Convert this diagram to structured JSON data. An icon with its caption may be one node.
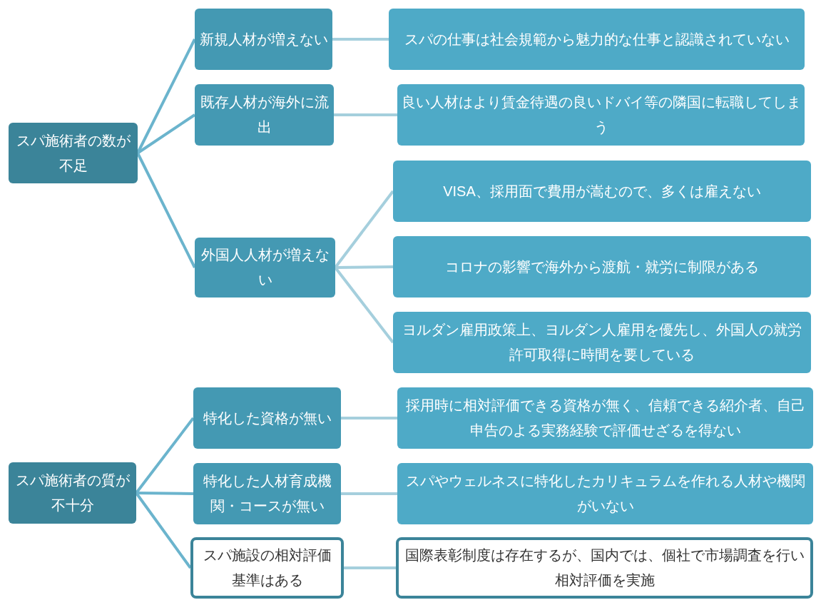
{
  "diagram": {
    "nodes": [
      {
        "text": [
          "スパ施術者の数が不足"
        ]
      },
      {
        "text": [
          "新規人材が増えない"
        ]
      },
      {
        "text": [
          "スパの仕事は社会規範から魅力的な仕事と認識されていない"
        ]
      },
      {
        "text": [
          "既存人材が海外に流出"
        ]
      },
      {
        "text": [
          "良い人材はより賃金待遇の良いドバイ等の隣国に転職してしまう"
        ]
      },
      {
        "text": [
          "外国人人材が増えない"
        ]
      },
      {
        "text": [
          "VISA、採用面で費用が嵩むので、多くは雇えない"
        ]
      },
      {
        "text": [
          "コロナの影響で海外から渡航・就労に制限がある"
        ]
      },
      {
        "text": [
          "ヨルダン雇用政策上、ヨルダン人雇用を優先し、外国人の就労許可取得に時間を要している"
        ]
      },
      {
        "text": [
          "スパ施術者の質が不十分"
        ]
      },
      {
        "text": [
          "特化した資格が無い"
        ]
      },
      {
        "text": [
          "採用時に相対評価できる資格が無く、信頼できる紹介者、自己申告のよる実務経験で評価せざるを得ない"
        ]
      },
      {
        "text": [
          "特化した人材育成機関・コースが無い"
        ]
      },
      {
        "text": [
          "スパやウェルネスに特化したカリキュラムを作れる人材や機関がいない"
        ]
      },
      {
        "text": [
          "スパ施設の相対評価基準はある"
        ]
      },
      {
        "text": [
          "国際表彰制度は存在するが、国内では、個社で市場調査を行い相対評価を実施"
        ]
      }
    ],
    "edges": [
      {
        "from": 0,
        "to": 1,
        "arrow": "none",
        "color": "#6bb4cd"
      },
      {
        "from": 0,
        "to": 3,
        "arrow": "none",
        "color": "#6bb4cd"
      },
      {
        "from": 0,
        "to": 5,
        "arrow": "none",
        "color": "#6bb4cd"
      },
      {
        "from": 1,
        "to": 2,
        "arrow": "none"
      },
      {
        "from": 3,
        "to": 4,
        "arrow": "none"
      },
      {
        "from": 5,
        "to": 6,
        "arrow": "none"
      },
      {
        "from": 5,
        "to": 7,
        "arrow": "none"
      },
      {
        "from": 5,
        "to": 8,
        "arrow": "none"
      },
      {
        "from": 9,
        "to": 10,
        "arrow": "none",
        "color": "#6bb4cd"
      },
      {
        "from": 9,
        "to": 12,
        "arrow": "none",
        "color": "#6bb4cd"
      },
      {
        "from": 9,
        "to": 14,
        "arrow": "none",
        "color": "#6bb4cd"
      },
      {
        "from": 10,
        "to": 11,
        "arrow": "none"
      },
      {
        "from": 12,
        "to": 13,
        "arrow": "none"
      },
      {
        "from": 14,
        "to": 15,
        "arrow": "none"
      }
    ]
  }
}
